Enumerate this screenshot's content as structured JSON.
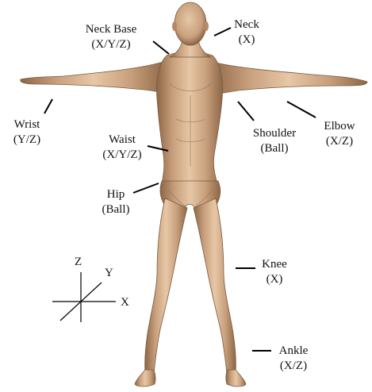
{
  "figure": {
    "skin_color": "#c9a07d",
    "skin_shadow": "#8c6646",
    "skin_highlight": "#e6c7a6",
    "line_color": "#000000"
  },
  "joints": {
    "neck_base": {
      "name": "Neck Base",
      "axes": "(X/Y/Z)"
    },
    "neck": {
      "name": "Neck",
      "axes": "(X)"
    },
    "wrist": {
      "name": "Wrist",
      "axes": "(Y/Z)"
    },
    "waist": {
      "name": "Waist",
      "axes": "(X/Y/Z)"
    },
    "shoulder": {
      "name": "Shoulder",
      "axes": "(Ball)"
    },
    "elbow": {
      "name": "Elbow",
      "axes": "(X/Z)"
    },
    "hip": {
      "name": "Hip",
      "axes": "(Ball)"
    },
    "knee": {
      "name": "Knee",
      "axes": "(X)"
    },
    "ankle": {
      "name": "Ankle",
      "axes": "(X/Z)"
    }
  },
  "axes_legend": {
    "z": "Z",
    "y": "Y",
    "x": "X"
  }
}
